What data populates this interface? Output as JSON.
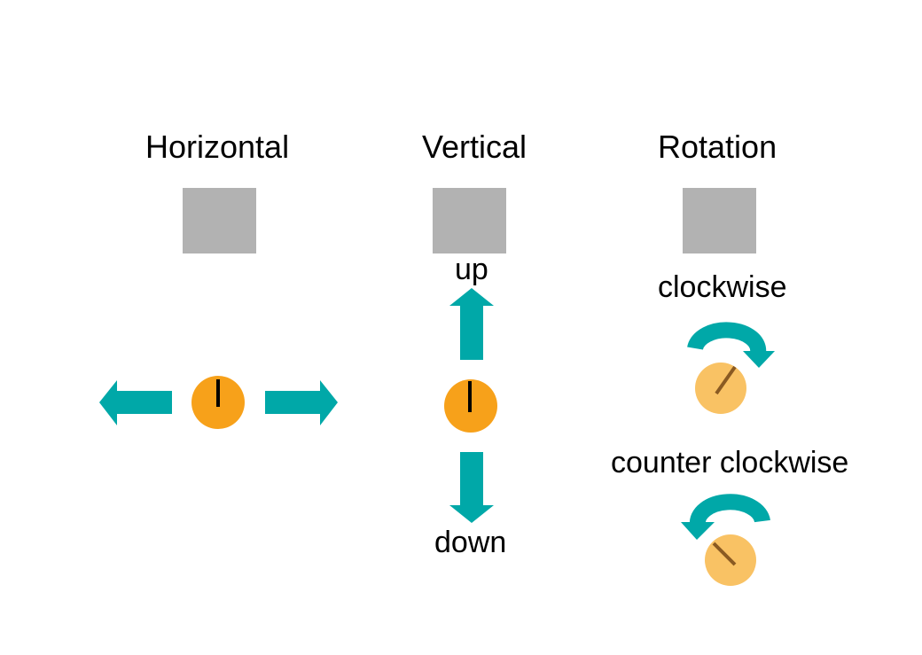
{
  "labels": {
    "horizontal": "Horizontal",
    "vertical": "Vertical",
    "rotation": "Rotation",
    "up": "up",
    "down": "down",
    "clockwise": "clockwise",
    "counter_clockwise": "counter clockwise"
  },
  "icons": {
    "block": "square-block-icon",
    "arrow": "arrow-icon",
    "knob": "knob-icon",
    "rotation_arrow": "curved-arrow-icon"
  },
  "colors": {
    "block": "#b2b2b2",
    "arrow": "#00a8a8",
    "knob": "#f7a11a",
    "knob_light": "#f9c264",
    "pointer": "#000000",
    "pointer_light": "#8a5a22",
    "text": "#000000"
  }
}
